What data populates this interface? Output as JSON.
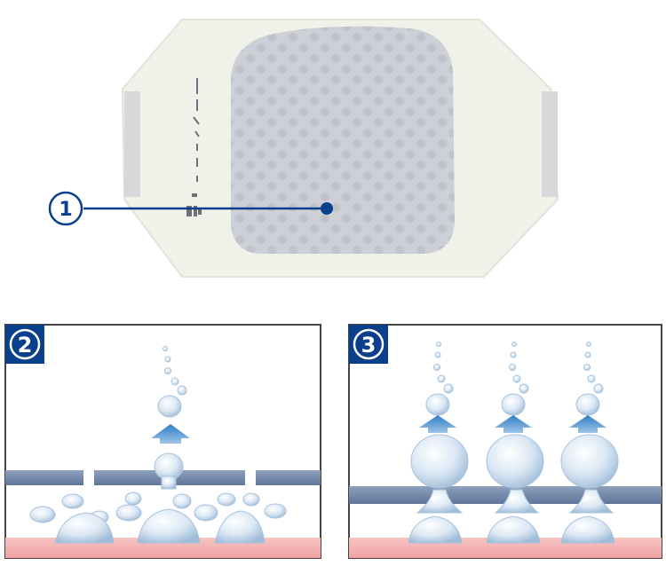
{
  "labels": {
    "dressing": "1",
    "panel_left": "2",
    "panel_right": "3"
  },
  "colors": {
    "accent_blue": "#0a3f8c",
    "film_blue": "#6f84a6",
    "skin_pink": "#f0a6a6",
    "droplet": "#cfe0ef",
    "pad_gray": "#cdd0d6",
    "dressing_bg": "#f1f2ea"
  },
  "icons": {
    "arrow": "up-arrow-icon",
    "droplet": "water-droplet-icon"
  }
}
